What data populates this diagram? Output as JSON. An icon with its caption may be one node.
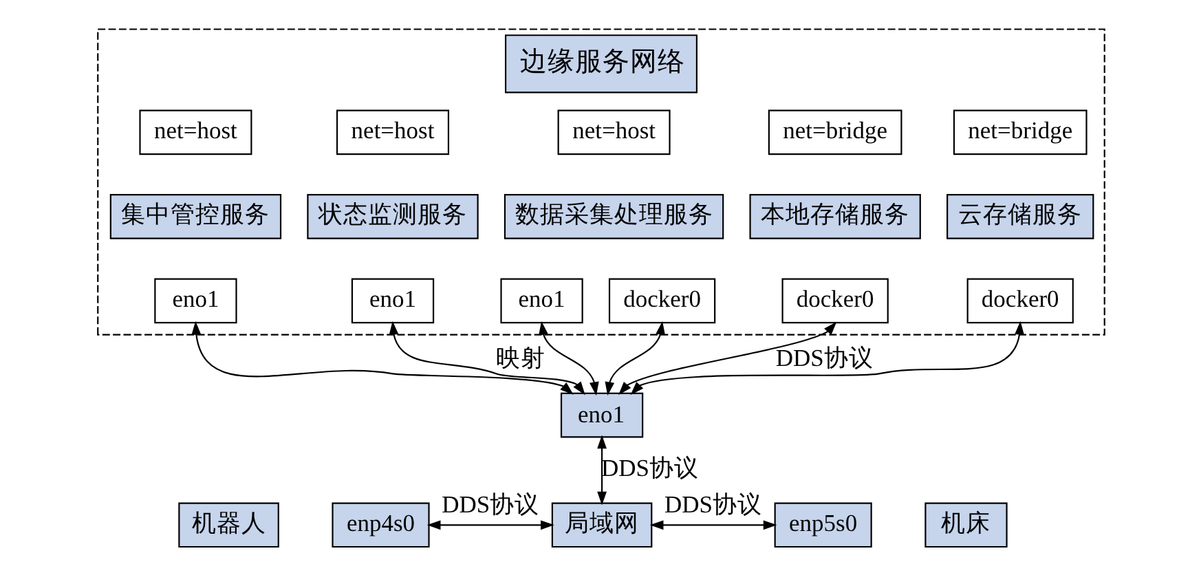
{
  "diagram": {
    "nodes": [
      {
        "text": [
          "边缘服务网络"
        ]
      },
      {
        "text": [
          "net=host"
        ],
        "in": 0
      },
      {
        "text": [
          "集中管控服务"
        ],
        "in": 0
      },
      {
        "text": [
          "eno1"
        ],
        "in": 0
      },
      {
        "text": [
          "net=host"
        ],
        "in": 0
      },
      {
        "text": [
          "状态监测服务"
        ],
        "in": 0
      },
      {
        "text": [
          "eno1"
        ],
        "in": 0
      },
      {
        "text": [
          "net=host"
        ],
        "in": 0
      },
      {
        "text": [
          "数据采集处理服务"
        ],
        "in": 0
      },
      {
        "text": [
          "eno1"
        ],
        "in": 0
      },
      {
        "text": [
          "docker0"
        ],
        "in": 0
      },
      {
        "text": [
          "net=bridge"
        ],
        "in": 0
      },
      {
        "text": [
          "本地存储服务"
        ],
        "in": 0
      },
      {
        "text": [
          "docker0"
        ],
        "in": 0
      },
      {
        "text": [
          "net=bridge"
        ],
        "in": 0
      },
      {
        "text": [
          "云存储服务"
        ],
        "in": 0
      },
      {
        "text": [
          "docker0"
        ],
        "in": 0
      },
      {
        "text": [
          "eno1"
        ]
      },
      {
        "text": [
          "机器人"
        ]
      },
      {
        "text": [
          "enp4s0"
        ]
      },
      {
        "text": [
          "局域网"
        ]
      },
      {
        "text": [
          "enp5s0"
        ]
      },
      {
        "text": [
          "机床"
        ]
      }
    ],
    "edges": [
      {
        "from": 17,
        "to": 3,
        "arrow": "both"
      },
      {
        "from": 17,
        "to": 6,
        "arrow": "both",
        "label": "映射"
      },
      {
        "from": 17,
        "to": 9,
        "arrow": "both"
      },
      {
        "from": 17,
        "to": 10,
        "arrow": "both"
      },
      {
        "from": 17,
        "to": 13,
        "arrow": "both",
        "label": "DDS协议"
      },
      {
        "from": 17,
        "to": 16,
        "arrow": "both"
      },
      {
        "from": 17,
        "to": 20,
        "arrow": "both",
        "label": "DDS协议"
      },
      {
        "from": 19,
        "to": 20,
        "arrow": "both",
        "label": "DDS协议"
      },
      {
        "from": 20,
        "to": 21,
        "arrow": "both",
        "label": "DDS协议"
      }
    ]
  }
}
